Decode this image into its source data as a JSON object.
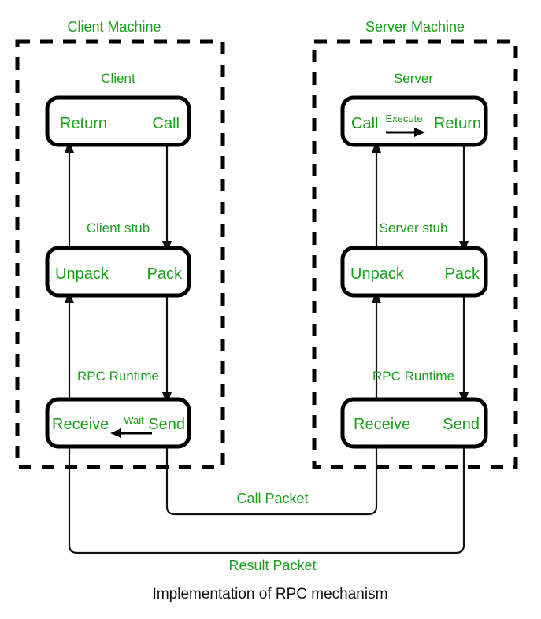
{
  "diagram": {
    "caption": "Implementation of RPC mechanism",
    "accent_color": "#1aa01a",
    "line_color": "#111111",
    "machines": [
      {
        "id": "client-machine",
        "title": "Client Machine",
        "layers": [
          {
            "id": "client",
            "title": "Client",
            "left_label": "Return",
            "right_label": "Call"
          },
          {
            "id": "client-stub",
            "title": "Client stub",
            "left_label": "Unpack",
            "right_label": "Pack"
          },
          {
            "id": "client-runtime",
            "title": "RPC Runtime",
            "left_label": "Receive",
            "right_label": "Send",
            "micro_label": "Wait",
            "micro_arrow": "left"
          }
        ]
      },
      {
        "id": "server-machine",
        "title": "Server Machine",
        "layers": [
          {
            "id": "server",
            "title": "Server",
            "left_label": "Call",
            "right_label": "Return",
            "micro_label": "Execute",
            "micro_arrow": "right"
          },
          {
            "id": "server-stub",
            "title": "Server stub",
            "left_label": "Unpack",
            "right_label": "Pack"
          },
          {
            "id": "server-runtime",
            "title": "RPC Runtime",
            "left_label": "Receive",
            "right_label": "Send"
          }
        ]
      }
    ],
    "packets": [
      {
        "id": "call-packet",
        "label": "Call Packet",
        "from": "client-send",
        "to": "server-receive"
      },
      {
        "id": "result-packet",
        "label": "Result Packet",
        "from": "server-send",
        "to": "client-receive"
      }
    ]
  }
}
